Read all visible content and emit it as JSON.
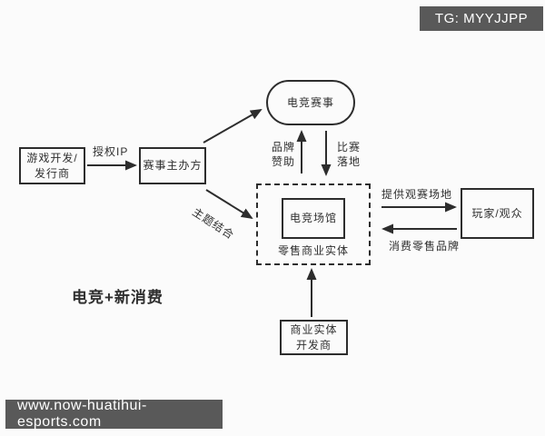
{
  "badge": {
    "text": "TG: MYYJJPP"
  },
  "watermark": {
    "url": "www.now-huatihui-esports.com"
  },
  "title": {
    "text": "电竞+新消费"
  },
  "nodes": {
    "game_developer": {
      "line1": "游戏开发/",
      "line2": "发行商"
    },
    "event_organizer": {
      "label": "赛事主办方"
    },
    "esports_event": {
      "label": "电竞赛事"
    },
    "esports_venue": {
      "label": "电竞场馆"
    },
    "retail_entity": {
      "label": "零售商业实体"
    },
    "players_audience": {
      "label": "玩家/观众"
    },
    "commercial_developer": {
      "line1": "商业实体",
      "line2": "开发商"
    }
  },
  "edges": {
    "authorize_ip": {
      "label": "授权IP"
    },
    "brand_sponsorship": {
      "line1": "品牌",
      "line2": "赞助"
    },
    "match_landing": {
      "line1": "比赛",
      "line2": "落地"
    },
    "theme_combination": {
      "label": "主题结合"
    },
    "provide_venue": {
      "label": "提供观赛场地"
    },
    "consume_retail_brands": {
      "label": "消费零售品牌"
    }
  },
  "colors": {
    "line": "#2d2d2d",
    "background": "#fbfbfb",
    "badge_bg": "#595959",
    "badge_text": "#ffffff"
  }
}
